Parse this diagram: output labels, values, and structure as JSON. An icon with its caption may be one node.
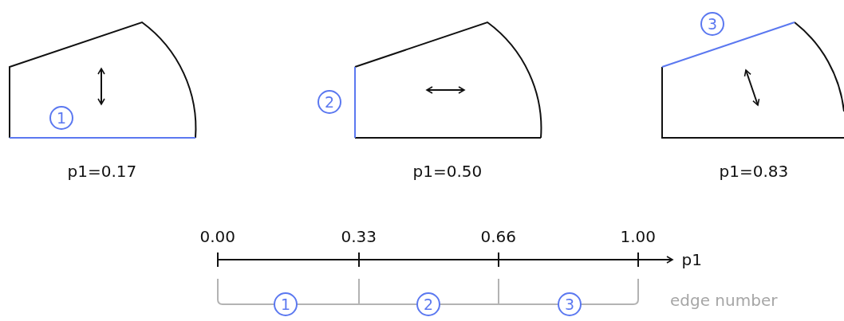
{
  "diagram": {
    "labels": [
      "3",
      "2",
      "1",
      "p1=0.17",
      "p1=0.50",
      "p1=0.83",
      "0.00",
      "0.33",
      "0.66",
      "1.00",
      "p1",
      "1",
      "2",
      "3",
      "edge number"
    ]
  }
}
